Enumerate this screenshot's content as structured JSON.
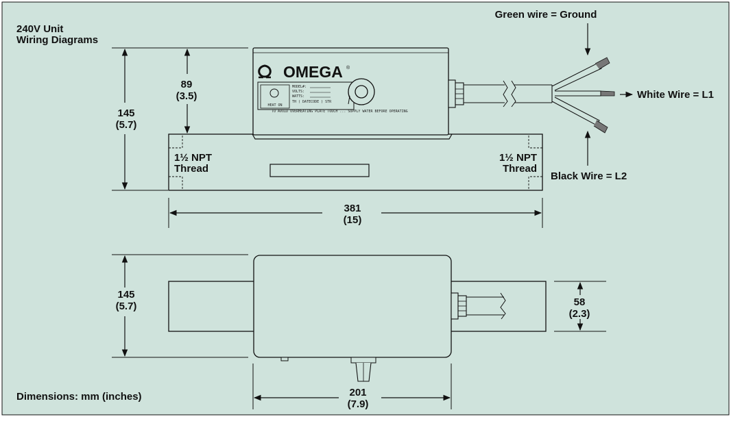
{
  "colors": {
    "panel_bg": "#cfe3dc",
    "outline": "#111111",
    "ink": "#111111"
  },
  "title": {
    "line1": "240V Unit",
    "line2": "Wiring Diagrams"
  },
  "wires": {
    "green": "Green wire = Ground",
    "white": "White Wire = L1",
    "black": "Black Wire = L2"
  },
  "threads": {
    "left": {
      "line1": "1½ NPT",
      "line2": "Thread"
    },
    "right": {
      "line1": "1½ NPT",
      "line2": "Thread"
    }
  },
  "device": {
    "brand": "OMEGA",
    "heat_label": "HEAT ON",
    "plate": {
      "model": "MODEL#:",
      "volts": "VOLTS:",
      "watts": "WATTS:",
      "code": "TH ( DATECODE ) STR"
    },
    "warning": "TO AVOID OVERHEATING PLATE TOUCH ... SUPPLY WATER BEFORE OPERATING"
  },
  "dimensions": {
    "d89": {
      "mm": "89",
      "in": "(3.5)"
    },
    "d145_front": {
      "mm": "145",
      "in": "(5.7)"
    },
    "d381": {
      "mm": "381",
      "in": "(15)"
    },
    "d145_top": {
      "mm": "145",
      "in": "(5.7)"
    },
    "d58": {
      "mm": "58",
      "in": "(2.3)"
    },
    "d201": {
      "mm": "201",
      "in": "(7.9)"
    }
  },
  "footer": "Dimensions: mm (inches)"
}
